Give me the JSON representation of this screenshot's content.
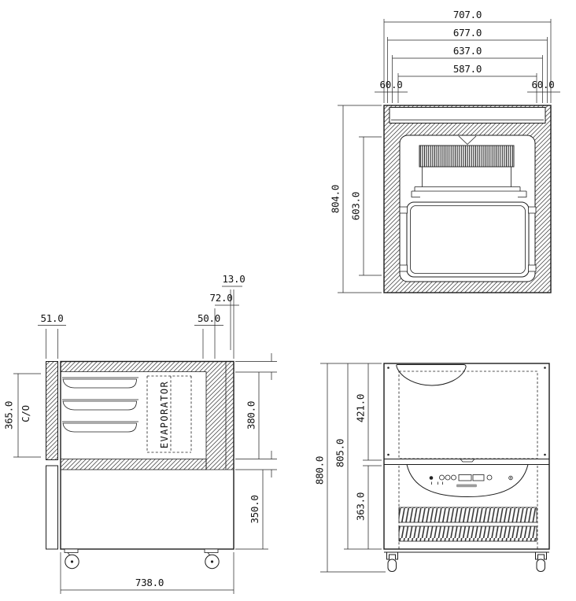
{
  "drawing": {
    "kind": "Technical drawing — refrigerated blast-chiller unit, three orthographic views",
    "line_color": "#1c1c1c",
    "background": "#ffffff"
  },
  "side_section_view": {
    "dims": {
      "panel_13": "13.0",
      "panel_72": "72.0",
      "panel_50": "50.0",
      "door_51": "51.0",
      "cutout_height": "365.0",
      "cutout_label": "C/O",
      "chamber_height": "380.0",
      "base_height": "350.0",
      "overall_width": "738.0"
    },
    "evaporator_label": "EVAPORATOR"
  },
  "top_section_view": {
    "dims": {
      "width_707": "707.0",
      "width_677": "677.0",
      "width_637": "637.0",
      "width_587": "587.0",
      "margin_left_60": "60.0",
      "margin_right_60": "60.0",
      "depth_804": "804.0",
      "depth_603": "603.0"
    }
  },
  "front_view": {
    "dims": {
      "height_880": "880.0",
      "height_805": "805.0",
      "upper_421": "421.0",
      "lower_363": "363.0"
    }
  }
}
